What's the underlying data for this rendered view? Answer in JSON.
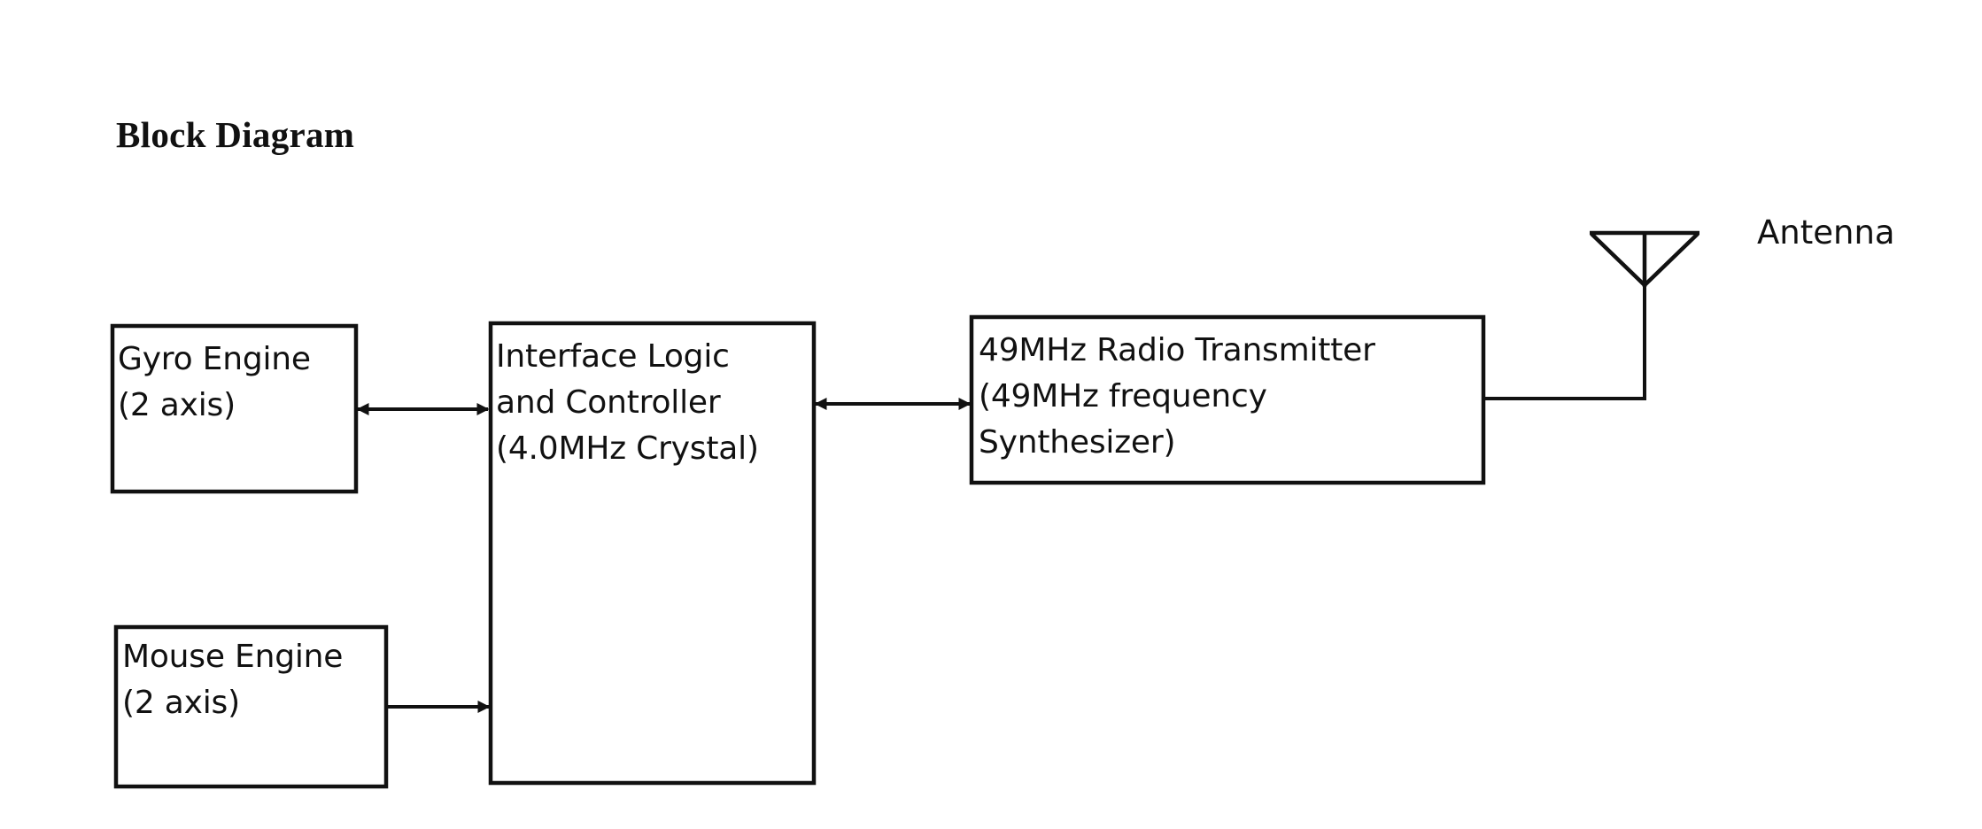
{
  "title": "Block Diagram",
  "colors": {
    "ink": "#111111",
    "background": "#ffffff"
  },
  "blocks": {
    "gyro": {
      "lines": [
        "Gyro Engine",
        "(2 axis)"
      ]
    },
    "mouse": {
      "lines": [
        "Mouse Engine",
        "(2 axis)"
      ]
    },
    "interface": {
      "lines": [
        "Interface Logic",
        "and Controller",
        "(4.0MHz Crystal)"
      ]
    },
    "radio": {
      "lines": [
        "49MHz Radio Transmitter",
        "(49MHz frequency",
        "Synthesizer)"
      ]
    }
  },
  "antenna": {
    "label": "Antenna",
    "icon": "antenna-icon"
  },
  "connections": [
    {
      "from": "Gyro Engine",
      "to": "Interface Logic and Controller",
      "direction": "bidirectional"
    },
    {
      "from": "Mouse Engine",
      "to": "Interface Logic and Controller",
      "direction": "one-way"
    },
    {
      "from": "Interface Logic and Controller",
      "to": "49MHz Radio Transmitter",
      "direction": "bidirectional"
    },
    {
      "from": "49MHz Radio Transmitter",
      "to": "Antenna",
      "direction": "line"
    }
  ]
}
